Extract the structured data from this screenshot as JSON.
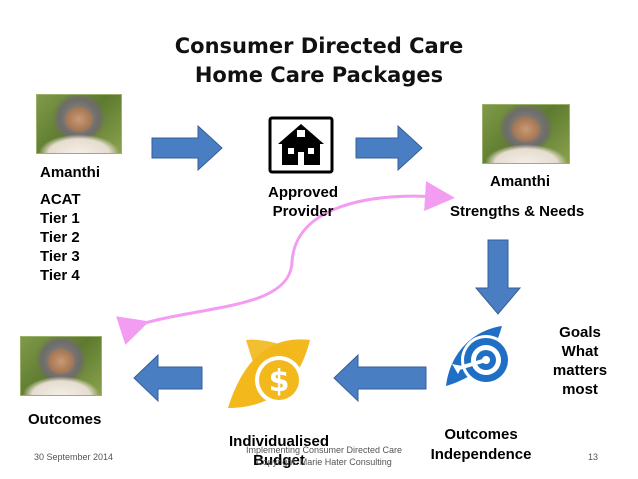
{
  "title": {
    "line1": "Consumer Directed Care",
    "line2": "Home Care Packages"
  },
  "left_person": {
    "name": "Amanthi",
    "list": [
      "ACAT",
      "Tier 1",
      "Tier 2",
      "Tier 3",
      "Tier 4"
    ]
  },
  "provider": {
    "line1": "Approved",
    "line2": "Provider"
  },
  "right_person": {
    "name": "Amanthi",
    "label": "Strengths & Needs"
  },
  "goals": {
    "line1": "Goals",
    "line2": "What",
    "line3": "matters",
    "line4": "most"
  },
  "outcomes_independence": {
    "line1": "Outcomes",
    "line2": "Independence"
  },
  "budget": {
    "line1": "Individualised",
    "line2": "Budget",
    "symbol": "$"
  },
  "outcomes_left": "Outcomes",
  "footer": {
    "date": "30 September 2014",
    "center_line1": "Implementing Consumer Directed Care",
    "center_line2": "Copyright: Marie Hater Consulting",
    "page": "13"
  },
  "colors": {
    "arrow_blue": "#4a7ec3",
    "arrow_blue_edge": "#365f97",
    "pink_curve": "#f29cf2",
    "gold": "#f2b81c",
    "target_blue": "#1f6fc4"
  },
  "icons": [
    "house-icon",
    "dollar-icon",
    "target-icon"
  ]
}
